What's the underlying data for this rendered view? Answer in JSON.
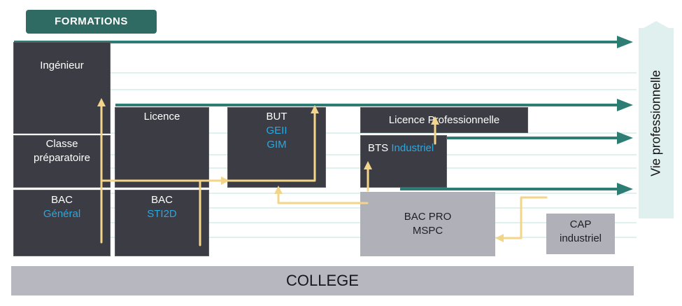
{
  "header": {
    "title": "FORMATIONS"
  },
  "side_panel": {
    "label": "Vie professionnelle"
  },
  "base": {
    "label": "COLLEGE"
  },
  "boxes": {
    "ingenieur": {
      "label": "Ingénieur"
    },
    "classe_prepa": {
      "line1": "Classe",
      "line2": "préparatoire"
    },
    "bac_general": {
      "line1": "BAC",
      "line2": "Général"
    },
    "licence": {
      "label": "Licence"
    },
    "bac_sti2d": {
      "line1": "BAC",
      "line2": "STI2D"
    },
    "but": {
      "line1": "BUT",
      "line2": "GEII",
      "line3": "GIM"
    },
    "licence_pro": {
      "label": "Licence Professionnelle"
    },
    "bts": {
      "prefix": "BTS",
      "specialty": "Industriel"
    },
    "bac_pro": {
      "line1": "BAC PRO",
      "line2": "MSPC"
    },
    "cap": {
      "line1": "CAP",
      "line2": "industriel"
    }
  },
  "colors": {
    "teal": "#2e7d74",
    "dark_box": "#3c3c45",
    "grey_box": "#b0b0b9",
    "path": "#f3d58a",
    "accent_blue": "#29a8e0",
    "panel": "#dff0ee"
  }
}
